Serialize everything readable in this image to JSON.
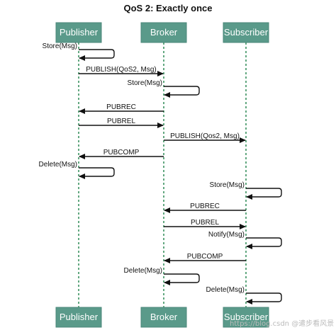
{
  "title": "QoS 2: Exactly once",
  "actors": [
    "Publisher",
    "Broker",
    "Subscriber"
  ],
  "messages": [
    {
      "type": "self",
      "from": 0,
      "label": "Store(Msg)"
    },
    {
      "type": "msg",
      "from": 0,
      "to": 1,
      "label": "PUBLISH(QoS2, Msg)"
    },
    {
      "type": "self",
      "from": 1,
      "label": "Store(Msg)"
    },
    {
      "type": "msg",
      "from": 1,
      "to": 0,
      "label": "PUBREC"
    },
    {
      "type": "msg",
      "from": 0,
      "to": 1,
      "label": "PUBREL"
    },
    {
      "type": "msg",
      "from": 1,
      "to": 2,
      "label": "PUBLISH(Qos2, Msg)"
    },
    {
      "type": "msg",
      "from": 1,
      "to": 0,
      "label": "PUBCOMP"
    },
    {
      "type": "self",
      "from": 0,
      "label": "Delete(Msg)"
    },
    {
      "type": "self",
      "from": 2,
      "label": "Store(Msg)"
    },
    {
      "type": "msg",
      "from": 2,
      "to": 1,
      "label": "PUBREC"
    },
    {
      "type": "msg",
      "from": 1,
      "to": 2,
      "label": "PUBREL"
    },
    {
      "type": "self",
      "from": 2,
      "label": "Notify(Msg)"
    },
    {
      "type": "msg",
      "from": 2,
      "to": 1,
      "label": "PUBCOMP"
    },
    {
      "type": "self",
      "from": 1,
      "label": "Delete(Msg)"
    },
    {
      "type": "self",
      "from": 2,
      "label": "Delete(Msg)"
    }
  ],
  "watermark": "https://blog.csdn @遣步看风景",
  "colors": {
    "actor_fill": "#5a9a8a",
    "lifeline": "#2e8b57",
    "arrow": "#111111"
  }
}
